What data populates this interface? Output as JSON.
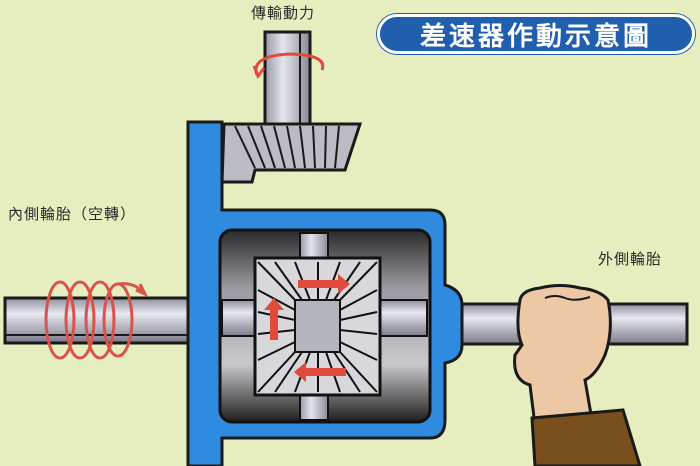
{
  "diagram": {
    "title": "差速器作動示意圖",
    "labels": {
      "input_power": "傳輸動力",
      "inner_wheel": "內側輪胎（空轉）",
      "outer_wheel": "外側輪胎"
    },
    "colors": {
      "background": "#e6eec0",
      "housing": "#2f8be0",
      "title_badge": "#1f5fae",
      "arrow": "#e04a3a",
      "shaft": "#b8b8c4",
      "hand": "#ecc9a4",
      "sleeve": "#7a4f1e"
    }
  }
}
